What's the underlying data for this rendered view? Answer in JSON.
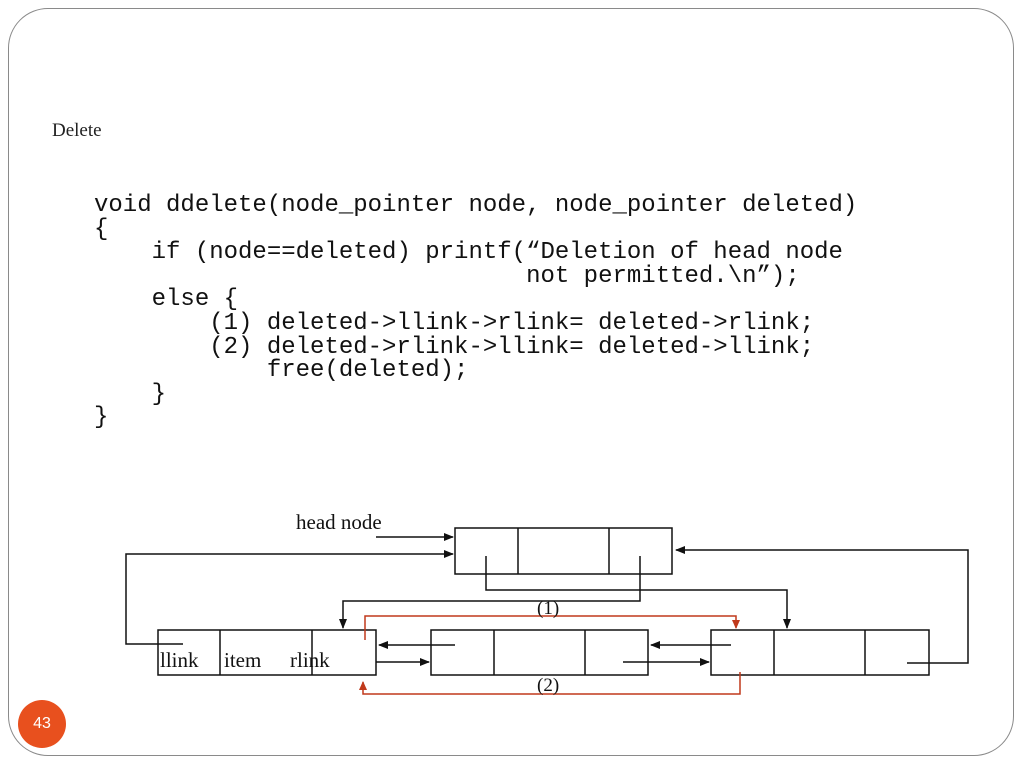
{
  "slide": {
    "title": "Delete",
    "page_number": "43"
  },
  "code": {
    "lines": [
      "void ddelete(node_pointer node, node_pointer deleted)",
      "{",
      "    if (node==deleted) printf(“Deletion of head node",
      "                              not permitted.\\n”);",
      "    else {",
      "        (1) deleted->llink->rlink= deleted->rlink;",
      "        (2) deleted->rlink->llink= deleted->llink;",
      "            free(deleted);",
      "    }",
      "}"
    ]
  },
  "diagram": {
    "head_label": "head node",
    "node_fields": [
      "llink",
      "item",
      "rlink"
    ],
    "step_labels": [
      "(1)",
      "(2)"
    ],
    "colors": {
      "line": "#111111",
      "highlight": "#c0391b"
    }
  }
}
